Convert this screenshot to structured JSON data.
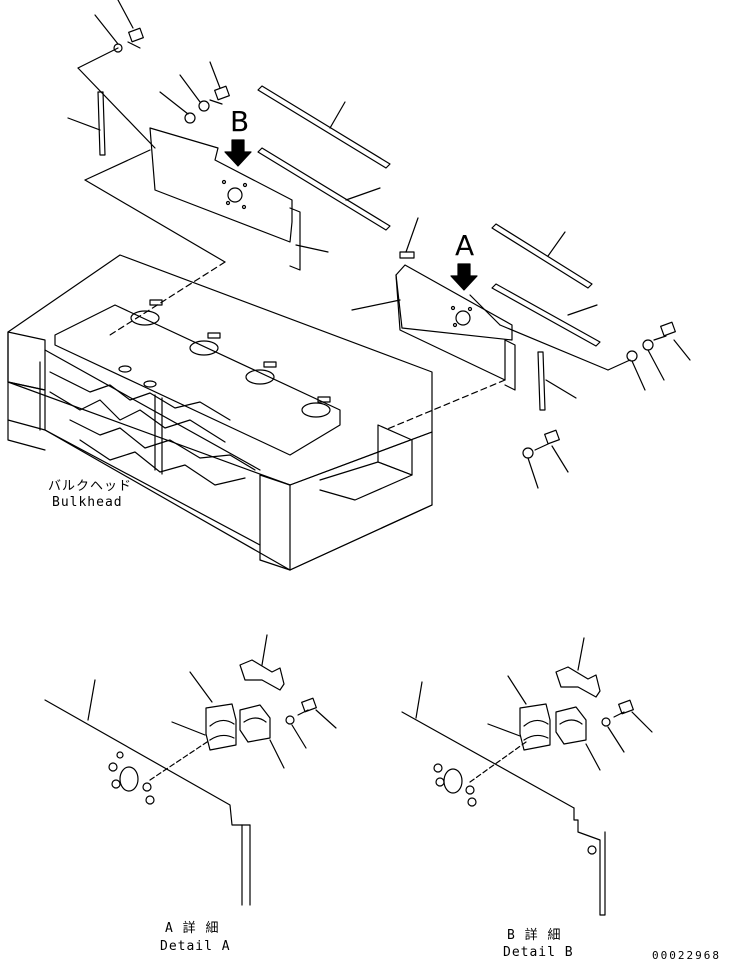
{
  "drawing": {
    "callout_a": "A",
    "callout_b": "B",
    "bulkhead_ja": "バルクヘッド",
    "bulkhead_en": "Bulkhead",
    "detail_a_ja": "A 詳 細",
    "detail_a_en": "Detail A",
    "detail_b_ja": "B 詳 細",
    "detail_b_en": "Detail B",
    "figure_number": "00022968"
  },
  "colors": {
    "line": "#000000",
    "background": "#ffffff"
  }
}
